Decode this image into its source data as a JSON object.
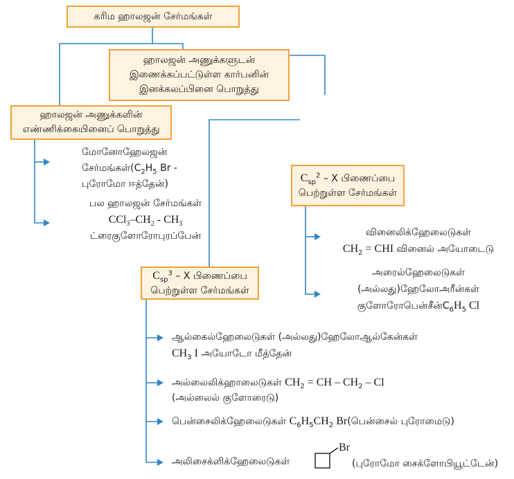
{
  "root": {
    "title": "கரிம ஹாலஜன் சேர்மங்கள்"
  },
  "category_carbon": {
    "lines": [
      "ஹாலஜன் அணுக்களுடன்",
      "இணைக்கப்பட்டுள்ள கார்பனின்",
      "இனக்கலப்பினை பொறுத்து"
    ]
  },
  "category_count": {
    "lines": [
      "ஹாலஜன் அணுக்களின்",
      "எண்ணிக்கையினைப் பொறுத்து"
    ]
  },
  "mono": {
    "line1": "மோனோஹேலஜன்",
    "line2_prefix": "சேர்மங்கள்(C",
    "sub1": "2",
    "h": "H",
    "sub2": "5",
    "line2_suffix": " Br -",
    "line3": "புரோமோ ஈத்தேன்)"
  },
  "poly": {
    "line1": "பல ஹாலஜன் சேர்மங்கள்",
    "f1": "CCl",
    "s1": "3",
    "f2": "–CH",
    "s2": "2",
    "f3": " - CH",
    "s3": "3",
    "line3": "ட்ரைகுளோரோபுரப்பேன்"
  },
  "sp2": {
    "c": "C",
    "sub": "sp",
    "sup": "2",
    "rest": " – X பிணைப்பை",
    "line2": "பெற்றுள்ள சேர்மங்கள்"
  },
  "sp3": {
    "c": "C",
    "sub": "sp",
    "sup": "3",
    "rest": " – X பிணைப்பை",
    "line2": "பெற்றுள்ள சேர்மங்கள்"
  },
  "vinyl": {
    "line1": "வினைலிக்ஹேலைடுகள்",
    "ch": "CH",
    "sub": "2",
    "formula_rest": " = CHI",
    "name": " வினைல் அயோடைடு"
  },
  "aryl": {
    "line1": "அரைல்ஹேலைடுகள்",
    "line2": "(அல்லது)ஹேலோஅரீன்கள்",
    "line3_prefix": "குளோரோபென்சீன்C",
    "sub": "6",
    "h": "H",
    "sub2": "5",
    "cl": " Cl"
  },
  "alkyl": {
    "line1": "ஆல்கைல்ஹேலைடுகள் (அல்லது)ஹேலோஆல்கேன்கள்",
    "ch": "CH",
    "sub": "3",
    "i": " I",
    "name": " அயோடோ மீத்தேன்"
  },
  "allyl": {
    "label": "அல்லைலிக்ஹாலைடுகள் ",
    "f1": "CH",
    "s1": "2",
    "f2": " = CH – CH",
    "s2": "2",
    "f3": " – Cl",
    "line2": "(அல்லைல் குளோரைடு)"
  },
  "benzyl": {
    "label": "பென்சைலிக்ஹேலைடுகள் ",
    "f1": "C",
    "s1": "6",
    "f2": "H",
    "s2": "5",
    "f3": "CH",
    "s3": "2",
    "f4": " Br",
    "name": "(பென்சைல் புரோமைடு)"
  },
  "alicyclic": {
    "label": "அலிசைக்ளிக்ஹேலைடுகள்",
    "br": "Br",
    "name": "(புரோமோ சைக்ளோபியூட்டேன்)"
  },
  "colors": {
    "line": "#2f86c7",
    "box_border": "#f0a13a",
    "box_fill": "#fdf3e0"
  }
}
